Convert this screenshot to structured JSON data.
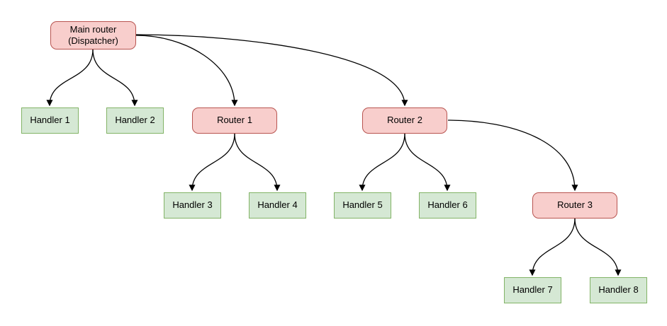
{
  "diagram": {
    "type": "tree-flowchart",
    "nodes": [
      {
        "id": "main-router",
        "label": "Main router\n(Dispatcher)",
        "kind": "router"
      },
      {
        "id": "handler-1",
        "label": "Handler 1",
        "kind": "handler"
      },
      {
        "id": "handler-2",
        "label": "Handler 2",
        "kind": "handler"
      },
      {
        "id": "router-1",
        "label": "Router 1",
        "kind": "router"
      },
      {
        "id": "router-2",
        "label": "Router 2",
        "kind": "router"
      },
      {
        "id": "handler-3",
        "label": "Handler 3",
        "kind": "handler"
      },
      {
        "id": "handler-4",
        "label": "Handler 4",
        "kind": "handler"
      },
      {
        "id": "handler-5",
        "label": "Handler 5",
        "kind": "handler"
      },
      {
        "id": "handler-6",
        "label": "Handler 6",
        "kind": "handler"
      },
      {
        "id": "router-3",
        "label": "Router 3",
        "kind": "router"
      },
      {
        "id": "handler-7",
        "label": "Handler 7",
        "kind": "handler"
      },
      {
        "id": "handler-8",
        "label": "Handler 8",
        "kind": "handler"
      }
    ],
    "edges": [
      {
        "from": "main-router",
        "to": "handler-1"
      },
      {
        "from": "main-router",
        "to": "handler-2"
      },
      {
        "from": "main-router",
        "to": "router-1"
      },
      {
        "from": "main-router",
        "to": "router-2"
      },
      {
        "from": "router-1",
        "to": "handler-3"
      },
      {
        "from": "router-1",
        "to": "handler-4"
      },
      {
        "from": "router-2",
        "to": "handler-5"
      },
      {
        "from": "router-2",
        "to": "handler-6"
      },
      {
        "from": "router-2",
        "to": "router-3"
      },
      {
        "from": "router-3",
        "to": "handler-7"
      },
      {
        "from": "router-3",
        "to": "handler-8"
      }
    ]
  },
  "colors": {
    "router_fill": "#f8cecc",
    "router_border": "#b85450",
    "handler_fill": "#d5e8d4",
    "handler_border": "#82b366",
    "edge": "#000000",
    "bg": "#ffffff"
  }
}
